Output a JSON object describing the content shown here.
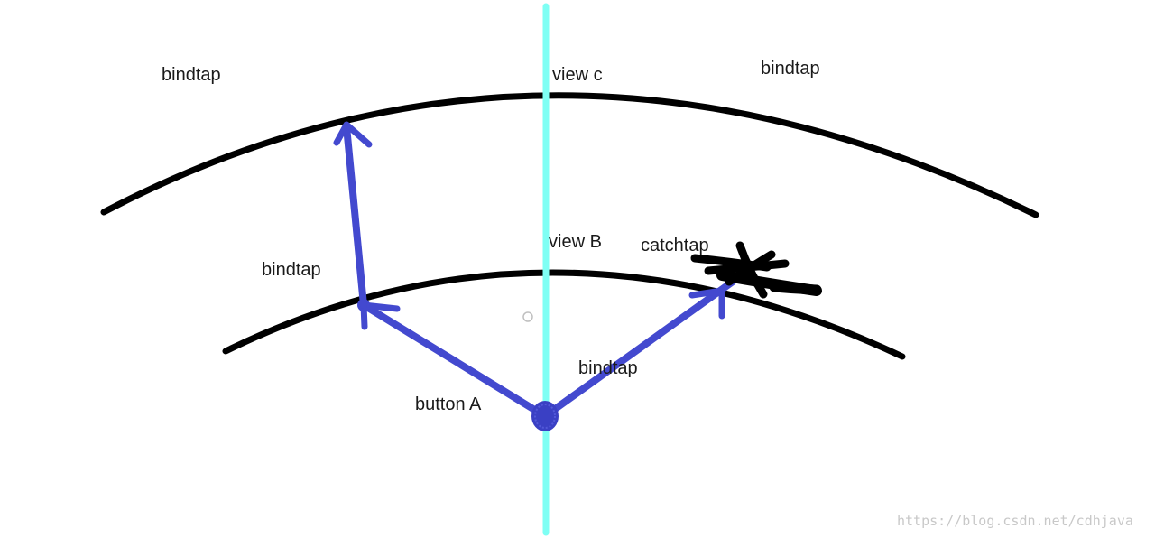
{
  "colors": {
    "background": "#ffffff",
    "boundary": "#000000",
    "path": "#4349cf",
    "axis": "#7ffff4",
    "cross": "#000000",
    "watermark": "#c8c8c8"
  },
  "labels": {
    "outer_left": "bindtap",
    "outer_right": "bindtap",
    "view_c": "view c",
    "view_b": "view B",
    "catchtap": "catchtap",
    "inner_left": "bindtap",
    "inner_right": "bindtap",
    "button_a": "button A"
  },
  "watermark": "https://blog.csdn.net/cdhjava"
}
